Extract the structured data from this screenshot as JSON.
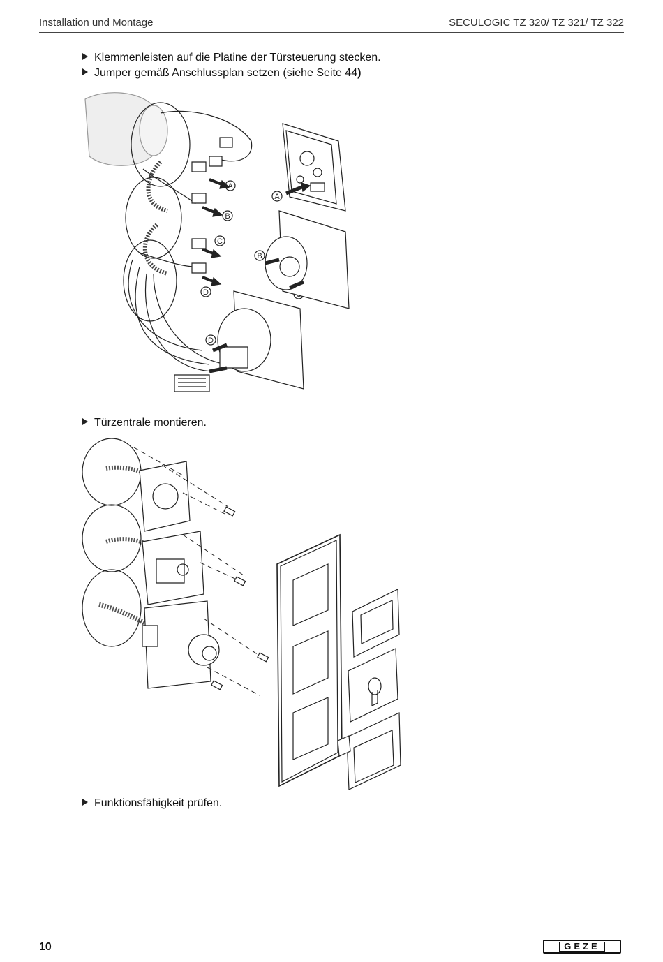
{
  "header": {
    "section": "Installation und Montage",
    "product": "SECULOGIC TZ 320/ TZ 321/ TZ 322"
  },
  "steps": [
    {
      "text": "Klemmenleisten auf die Platine der Türsteuerung stecken."
    },
    {
      "text_pre": "Jumper gemäß Anschlussplan setzen (siehe Seite 44",
      "text_close": ")"
    },
    {
      "text": "Türzentrale montieren."
    },
    {
      "text": "Funktionsfähigkeit prüfen."
    }
  ],
  "figure1": {
    "callouts": [
      "A",
      "B",
      "C",
      "D"
    ]
  },
  "footer": {
    "page_number": "10",
    "logo": "GEZE"
  },
  "icons": {
    "bullet": "triangle-right-icon"
  }
}
